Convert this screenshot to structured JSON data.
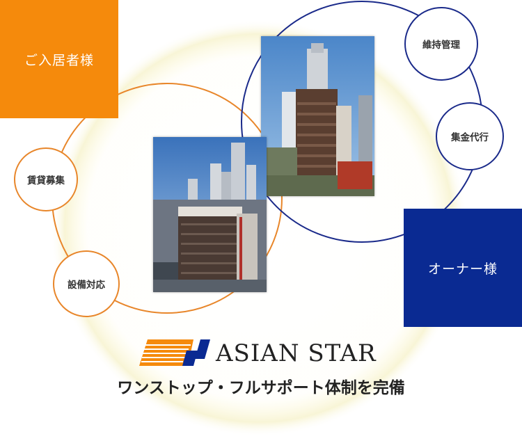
{
  "boxes": {
    "tenant": "ご入居者様",
    "owner": "オーナー様"
  },
  "tenant_services": [
    "賃貸募集",
    "設備対応"
  ],
  "owner_services": [
    "維持管理",
    "集金代行"
  ],
  "brand": {
    "name": "ASIAN STAR",
    "tagline": "ワンストップ・フルサポート体制を完備"
  },
  "colors": {
    "orange": "#f58a0c",
    "navy": "#0a2a92",
    "orange_line": "#e8862a",
    "navy_line": "#1a2a8a"
  },
  "icons": {
    "logo": "asian-star-logo-stripes-icon"
  }
}
